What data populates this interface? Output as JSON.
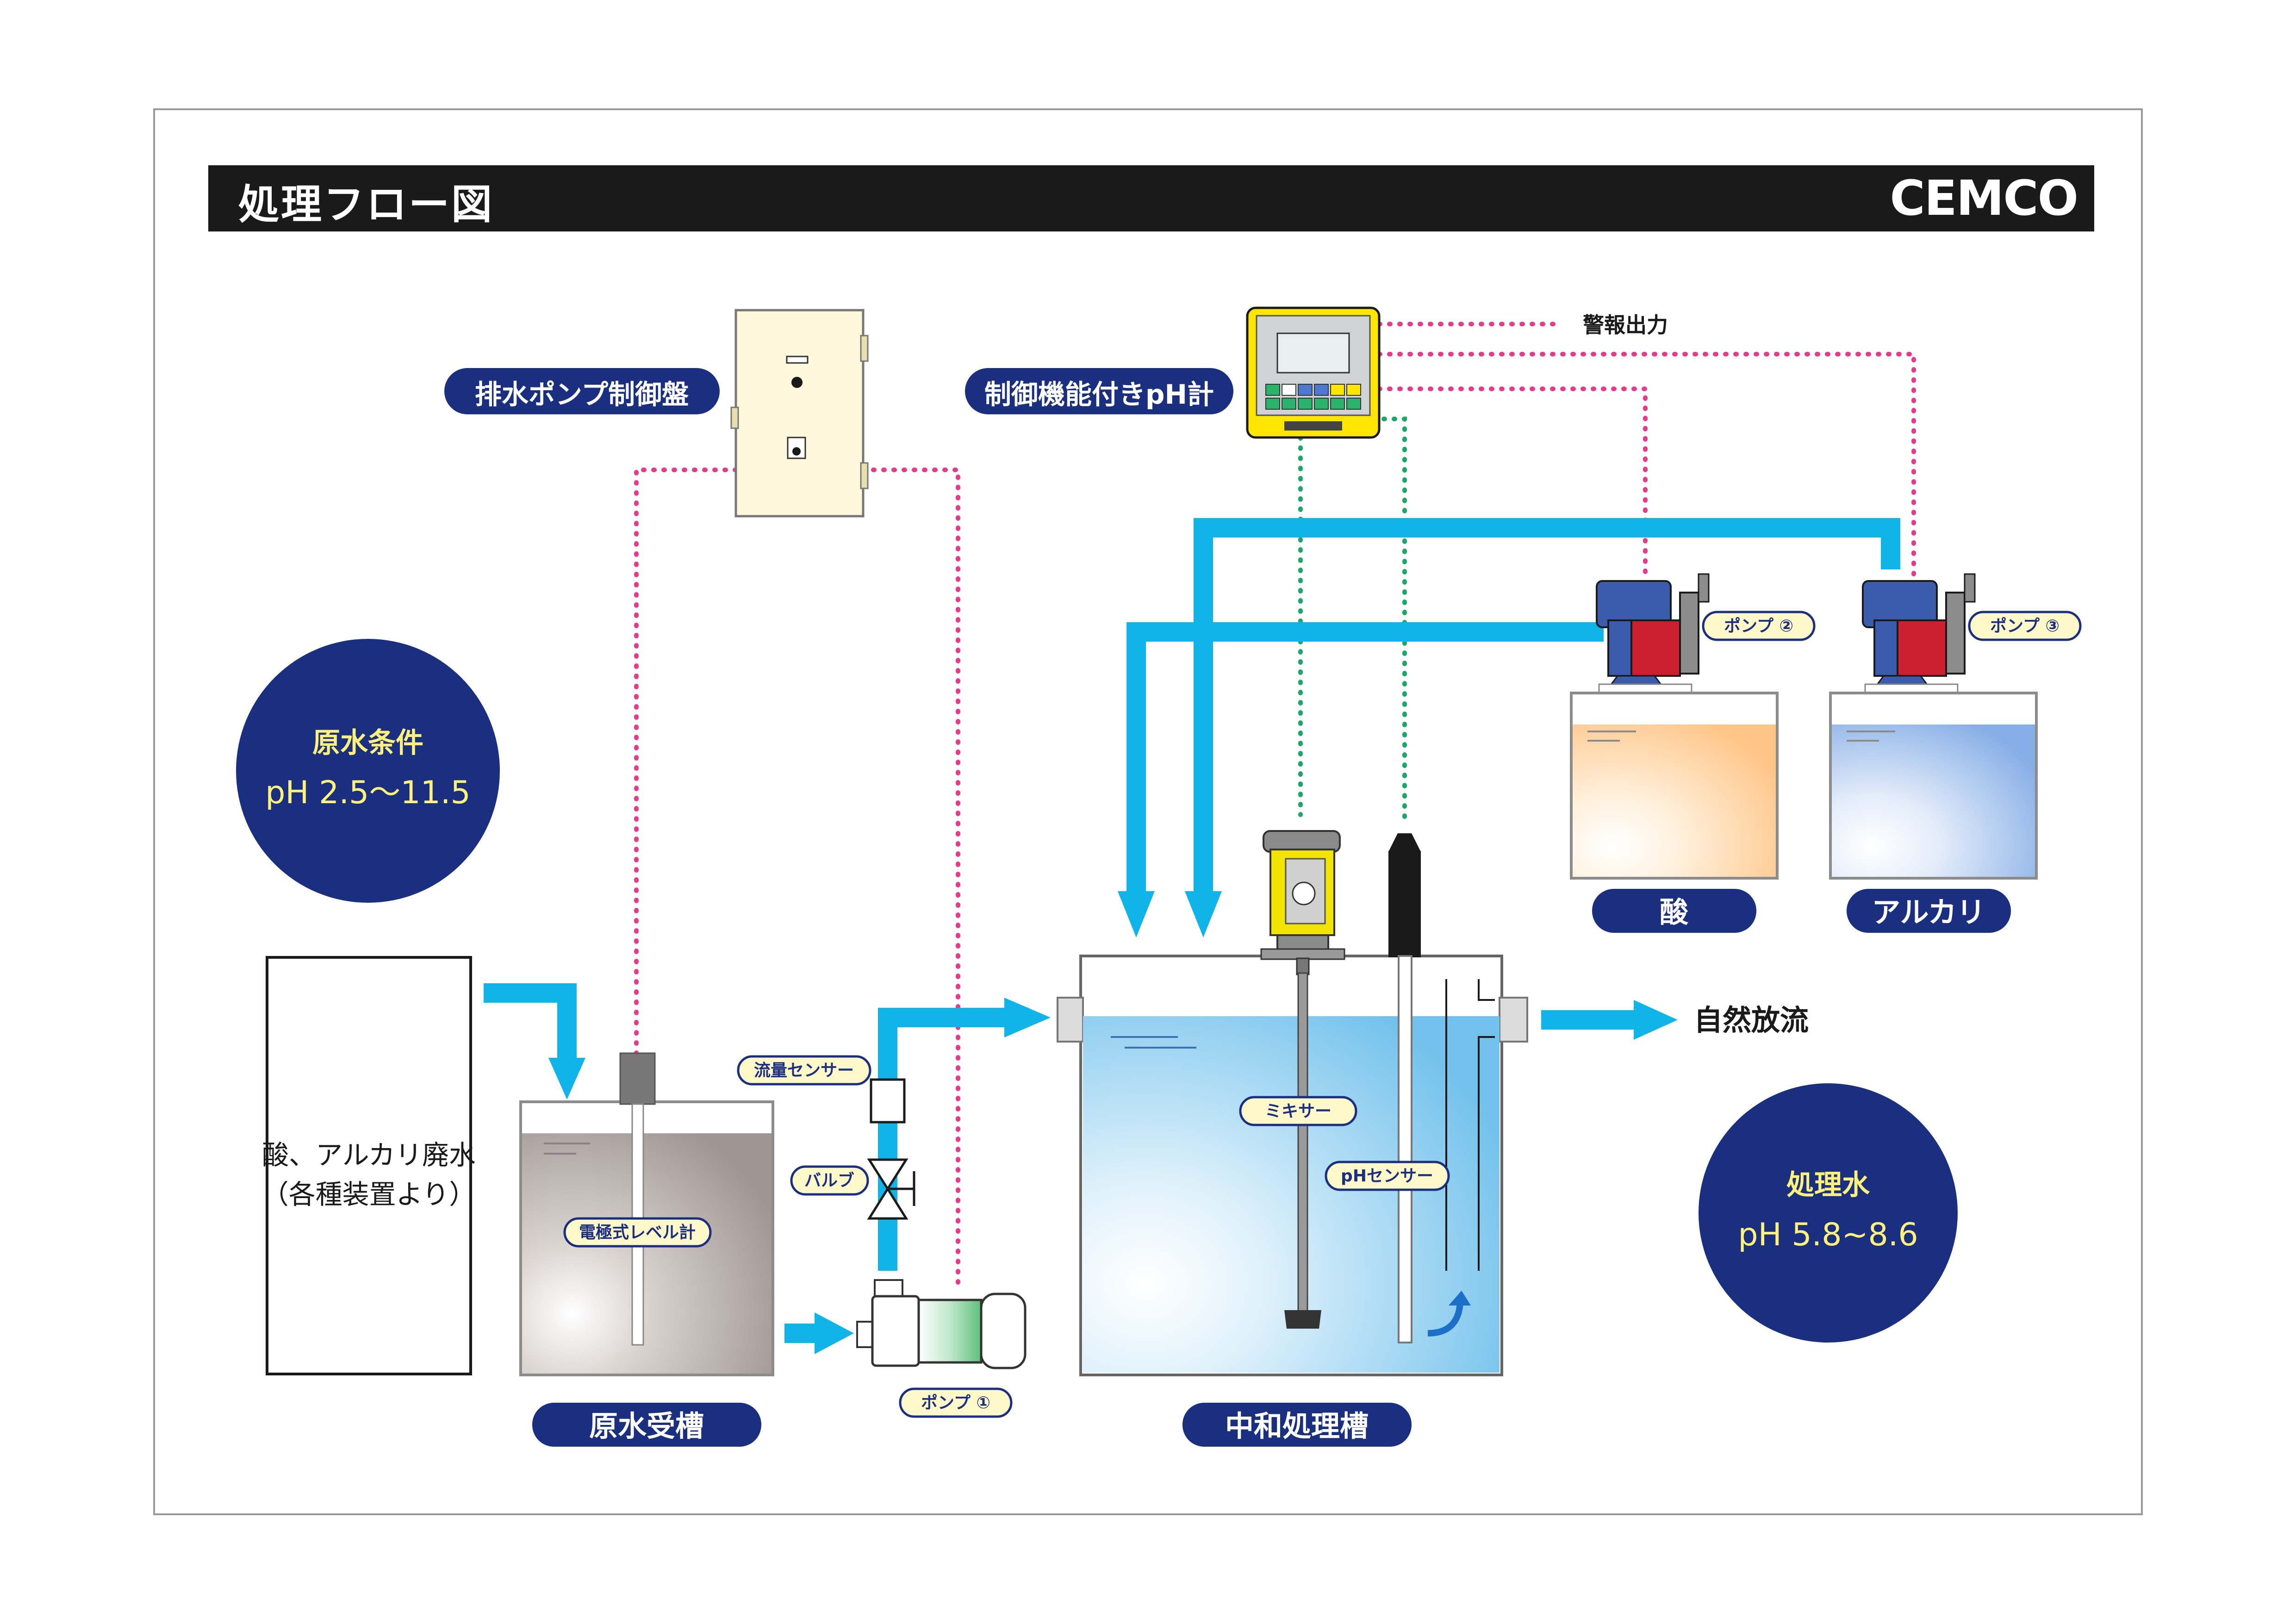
{
  "header": {
    "title": "処理フロー図",
    "logo": "CEMCO"
  },
  "colors": {
    "header_bg": "#1a1a1a",
    "pipe": "#10b4e8",
    "navy": "#1b2f80",
    "pink_signal": "#e83a8a",
    "green_signal": "#1aa86a",
    "label_yellow": "#fff8c8",
    "badge_text_yellow": "#fff27a",
    "controller_yellow": "#ffe600",
    "acid_tint": "#ffc88c",
    "alkali_tint": "#8cb4ea",
    "raw_tank": "#a89e99",
    "neutral_tank": "#7cc6ee",
    "pump_blue": "#3c5cab",
    "pump_red": "#cc2030"
  },
  "icons": {
    "logo": "cemco-logo",
    "control_panel": "drain-pump-control-panel-icon",
    "ph_controller": "ph-controller-icon",
    "metering_pump": "metering-pump-icon",
    "transfer_pump": "centrifugal-pump-icon",
    "mixer": "mixer-motor-icon",
    "valve": "valve-icon",
    "flow_sensor": "flow-sensor-icon",
    "ph_sensor": "ph-sensor-icon",
    "arrow": "flow-arrow-icon"
  },
  "labels": {
    "drain_pump_panel": "排水ポンプ制御盤",
    "ph_meter": "制御機能付きpH計",
    "alarm_output": "警報出力",
    "pump2": "ポンプ ②",
    "pump3": "ポンプ ③",
    "pump1": "ポンプ ①",
    "acid": "酸",
    "alkali": "アルカリ",
    "raw_tank": "原水受槽",
    "neutral_tank": "中和処理槽",
    "natural_discharge": "自然放流",
    "flow_sensor": "流量センサー",
    "valve": "バルブ",
    "level_meter": "電極式レベル計",
    "mixer": "ミキサー",
    "ph_sensor": "pHセンサー",
    "source_line1": "酸、アルカリ廃水",
    "source_line2": "（各種装置より）"
  },
  "badges": {
    "raw_water_title": "原水条件",
    "raw_water_value": "pH 2.5～11.5",
    "treated_title": "処理水",
    "treated_value": "pH 5.8~8.6"
  }
}
